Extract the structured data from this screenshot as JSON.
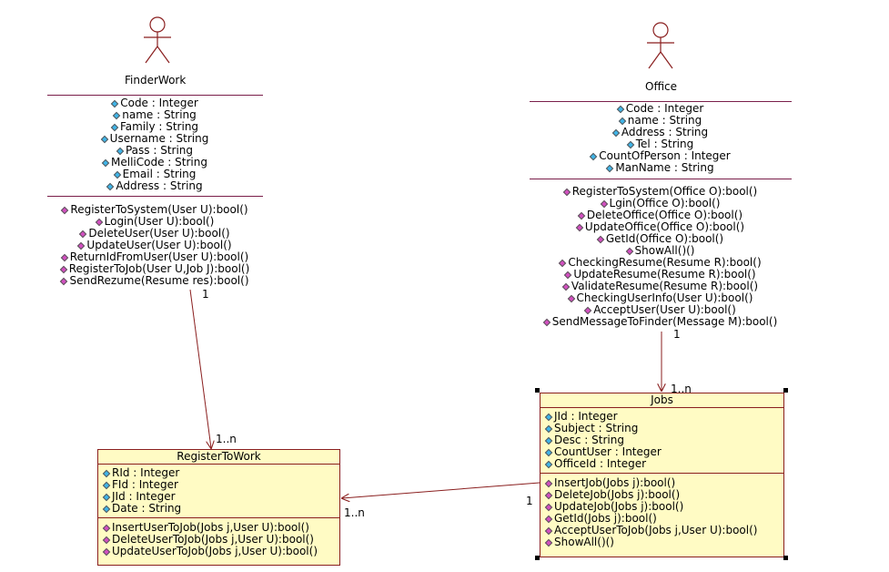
{
  "finder": {
    "name": "FinderWork",
    "attributes": [
      "Code : Integer",
      "name : String",
      "Family : String",
      "Username : String",
      "Pass : String",
      "MelliCode : String",
      "Email : String",
      "Address : String"
    ],
    "operations": [
      "RegisterToSystem(User U):bool()",
      "Login(User U):bool()",
      "DeleteUser(User U):bool()",
      "UpdateUser(User U):bool()",
      "ReturnIdFromUser(User U):bool()",
      "RegisterToJob(User U,Job J):bool()",
      "SendRezume(Resume res):bool()"
    ]
  },
  "office": {
    "name": "Office",
    "attributes": [
      "Code : Integer",
      "name : String",
      "Address : String",
      "Tel : String",
      "CountOfPerson : Integer",
      "ManName : String"
    ],
    "operations": [
      "RegisterToSystem(Office O):bool()",
      "Lgin(Office O):bool()",
      "DeleteOffice(Office O):bool()",
      "UpdateOffice(Office O):bool()",
      "GetId(Office O):bool()",
      "ShowAll()()",
      "CheckingResume(Resume R):bool()",
      "UpdateResume(Resume R):bool()",
      "ValidateResume(Resume R):bool()",
      "CheckingUserInfo(User U):bool()",
      "AcceptUser(User U):bool()",
      "SendMessageToFinder(Message M):bool()"
    ]
  },
  "jobs": {
    "name": "Jobs",
    "attributes": [
      "JId : Integer",
      "Subject : String",
      "Desc : String",
      "CountUser : Integer",
      "OfficeId : Integer"
    ],
    "operations": [
      "InsertJob(Jobs j):bool()",
      "DeleteJob(Jobs j):bool()",
      "UpdateJob(Jobs j):bool()",
      "GetId(Jobs j):bool()",
      "AcceptUserToJob(Jobs j,User U):bool()",
      "ShowAll()()"
    ]
  },
  "register": {
    "name": "RegisterToWork",
    "attributes": [
      "RId : Integer",
      "FId : Integer",
      "JId : Integer",
      "Date : String"
    ],
    "operations": [
      "InsertUserToJob(Jobs j,User U):bool()",
      "DeleteUserToJob(Jobs j,User U):bool()",
      "UpdateUserToJob(Jobs j,User U):bool()"
    ]
  },
  "multiplicities": {
    "finder_register_src": "1",
    "finder_register_dst": "1..n",
    "office_jobs_src": "1",
    "office_jobs_dst": "1..n",
    "jobs_register_src": "1",
    "jobs_register_dst": "1..n"
  },
  "colors": {
    "class_fill": "#fffbc4",
    "class_border": "#8a1f1f",
    "separator": "#7a1f4a",
    "attribute_marker": "#3fb4e8",
    "operation_marker": "#d24fc0",
    "association_line": "#8a1f1f"
  }
}
